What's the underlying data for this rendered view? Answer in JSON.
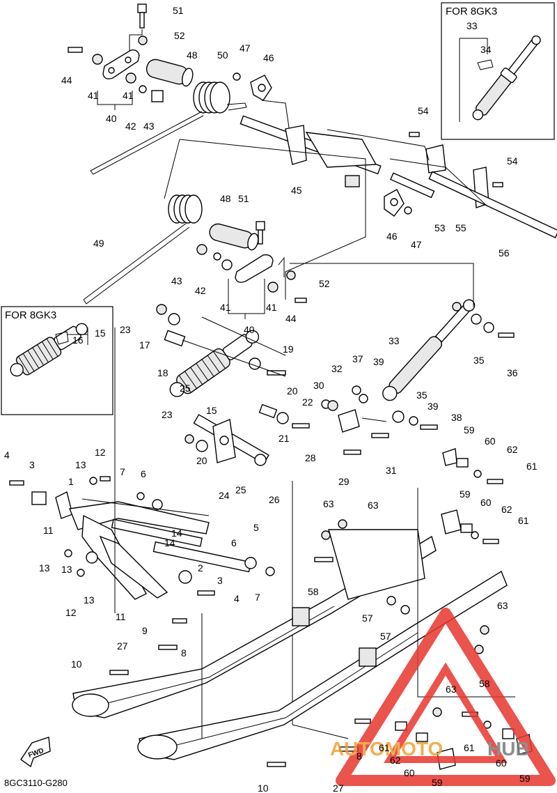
{
  "diagram_code": "8GC3110-G280",
  "insets": [
    {
      "title": "FOR 8GK3",
      "labels": [
        "33",
        "34"
      ]
    },
    {
      "title": "FOR 8GK3",
      "labels": [
        "15",
        "16"
      ]
    }
  ],
  "forward_marker": "FWD",
  "watermark": {
    "part1": "AUTOMOTO",
    "part2": "HUB"
  },
  "colors": {
    "watermark_red": "#e8362f",
    "watermark_orange": "#f0a030",
    "watermark_gray": "#7a7a7a"
  },
  "callouts": [
    "51",
    "52",
    "44",
    "41",
    "40",
    "41",
    "42",
    "43",
    "48",
    "50",
    "47",
    "46",
    "54",
    "54",
    "45",
    "46",
    "47",
    "53",
    "55",
    "56",
    "48",
    "51",
    "49",
    "43",
    "42",
    "41",
    "41",
    "40",
    "52",
    "44",
    "23",
    "17",
    "18",
    "15",
    "19",
    "37",
    "33",
    "35",
    "36",
    "32",
    "30",
    "20",
    "22",
    "21",
    "39",
    "35",
    "39",
    "38",
    "25",
    "23",
    "20",
    "24",
    "25",
    "26",
    "28",
    "31",
    "29",
    "59",
    "60",
    "62",
    "61",
    "4",
    "3",
    "12",
    "13",
    "1",
    "7",
    "6",
    "11",
    "14",
    "13",
    "14",
    "5",
    "13",
    "2",
    "3",
    "4",
    "6",
    "7",
    "11",
    "9",
    "12",
    "13",
    "63",
    "63",
    "58",
    "59",
    "60",
    "62",
    "61",
    "57",
    "57",
    "63",
    "27",
    "8",
    "8",
    "10",
    "58",
    "63",
    "61",
    "61",
    "62",
    "60",
    "59",
    "10",
    "27",
    "60",
    "59"
  ]
}
